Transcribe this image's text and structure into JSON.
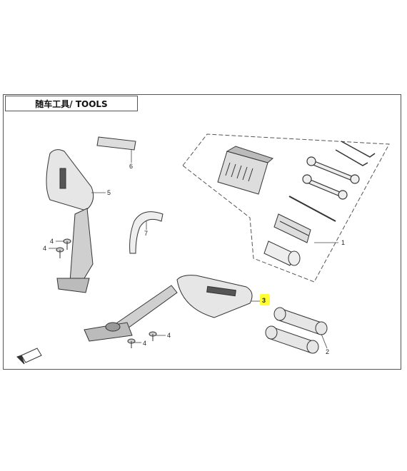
{
  "title": "随车工具/ TOOLS",
  "callouts": [
    {
      "id": "1",
      "text": "1"
    },
    {
      "id": "2",
      "text": "2"
    },
    {
      "id": "3",
      "text": "3"
    },
    {
      "id": "4a",
      "text": "4"
    },
    {
      "id": "4b",
      "text": "4"
    },
    {
      "id": "4c",
      "text": "4"
    },
    {
      "id": "4d",
      "text": "4"
    },
    {
      "id": "5",
      "text": "5"
    },
    {
      "id": "6",
      "text": "6"
    },
    {
      "id": "7",
      "text": "7"
    }
  ],
  "highlight_color": "#ffff33",
  "line_color": "#444444"
}
